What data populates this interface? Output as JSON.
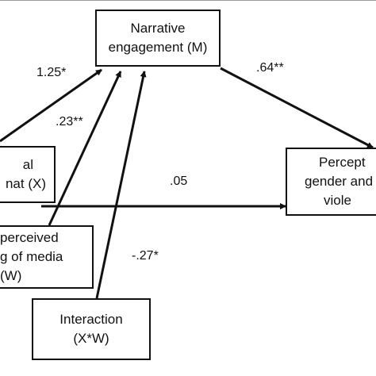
{
  "boxes": {
    "mediator": {
      "line1": "Narrative",
      "line2": "engagement (M)"
    },
    "outcome": {
      "line1": "Percept",
      "line2": "gender and",
      "line3": "viole"
    },
    "predictor": {
      "line1": "al",
      "line2": "nat (X)"
    },
    "moderator": {
      "line1": "perceived",
      "line2": "g of media",
      "line3": "(W)"
    },
    "interaction": {
      "line1": "Interaction",
      "line2": "(X*W)"
    }
  },
  "paths": {
    "x_to_m": "1.25*",
    "w_to_m": ".23**",
    "m_to_y": ".64**",
    "x_to_y": ".05",
    "xw_to_m": "-.27*"
  }
}
